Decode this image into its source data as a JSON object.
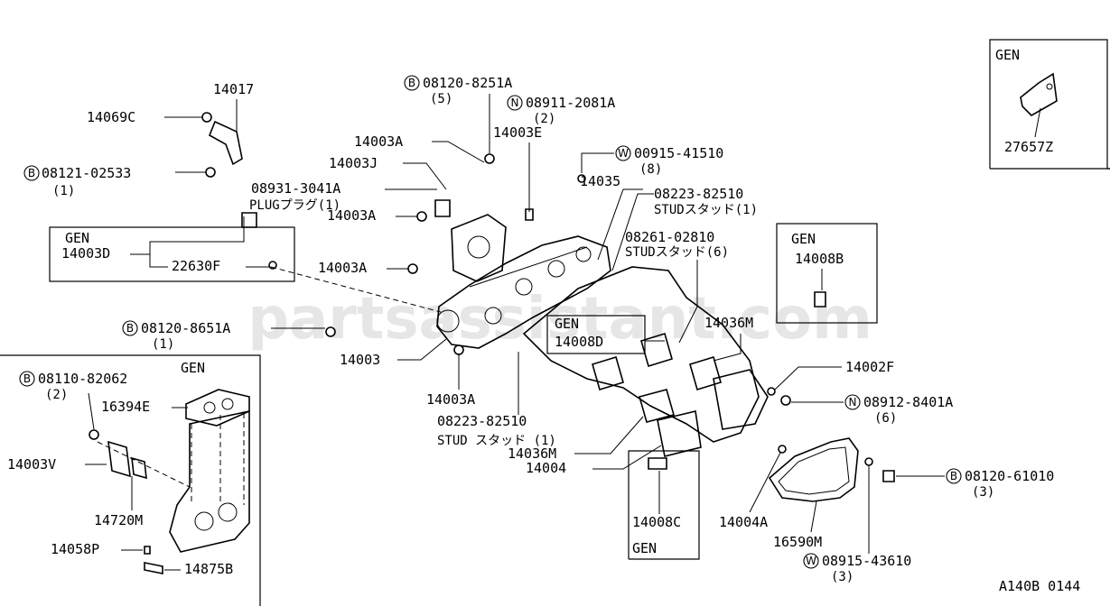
{
  "watermark": "partsassistant.com",
  "diagram_id": "A140B 0144",
  "groups": {
    "gen_topright": {
      "title": "GEN",
      "part": "27657Z"
    },
    "gen_left": {
      "title": "GEN",
      "part_a": "14003D",
      "part_b": "22630F"
    },
    "gen_bottomleft": {
      "title": "GEN"
    },
    "gen_14008b": {
      "title": "GEN",
      "part": "14008B"
    },
    "gen_14008d": {
      "title": "GEN",
      "part": "14008D"
    },
    "gen_14008c": {
      "title": "GEN",
      "part": "14008C"
    }
  },
  "callouts": {
    "c14017": "14017",
    "c14069c": "14069C",
    "c08121_code": "08121-02533",
    "c08121_prefix": "B",
    "c08121_qty": "(1)",
    "c08120_8251_prefix": "B",
    "c08120_8251_code": "08120-8251A",
    "c08120_8251_qty": "(5)",
    "c08911_prefix": "N",
    "c08911_code": "08911-2081A",
    "c08911_qty": "(2)",
    "c14003a_1": "14003A",
    "c14003e": "14003E",
    "c00915_prefix": "W",
    "c00915_code": "00915-41510",
    "c00915_qty": "(8)",
    "c14003j": "14003J",
    "c14035": "14035",
    "c08931_code": "08931-3041A",
    "c08931_desc": "PLUGプラグ(1)",
    "c08223_top_code": "08223-82510",
    "c08223_top_desc": "STUDスタッド(1)",
    "c08261_code": "08261-02810",
    "c08261_desc": "STUDスタッド(6)",
    "c14003a_2": "14003A",
    "c14003a_3": "14003A",
    "c08120_8651_prefix": "B",
    "c08120_8651_code": "08120-8651A",
    "c08120_8651_qty": "(1)",
    "c14036m_top": "14036M",
    "c14003": "14003",
    "c14002f": "14002F",
    "c14003a_4": "14003A",
    "c08912_prefix": "N",
    "c08912_code": "08912-8401A",
    "c08912_qty": "(6)",
    "c08223_bot_code": "08223-82510",
    "c08223_bot_desc": "STUD スタッド (1)",
    "c14036m_bot": "14036M",
    "c14004": "14004",
    "c08120_6101_prefix": "B",
    "c08120_6101_code": "08120-61010",
    "c08120_6101_qty": "(3)",
    "c08110_prefix": "B",
    "c08110_code": "08110-82062",
    "c08110_qty": "(2)",
    "c16394e": "16394E",
    "c14003v": "14003V",
    "c14720m": "14720M",
    "c14058p": "14058P",
    "c14875b": "14875B",
    "c14004a": "14004A",
    "c16590m": "16590M",
    "c08915_prefix": "W",
    "c08915_code": "08915-43610",
    "c08915_qty": "(3)"
  }
}
